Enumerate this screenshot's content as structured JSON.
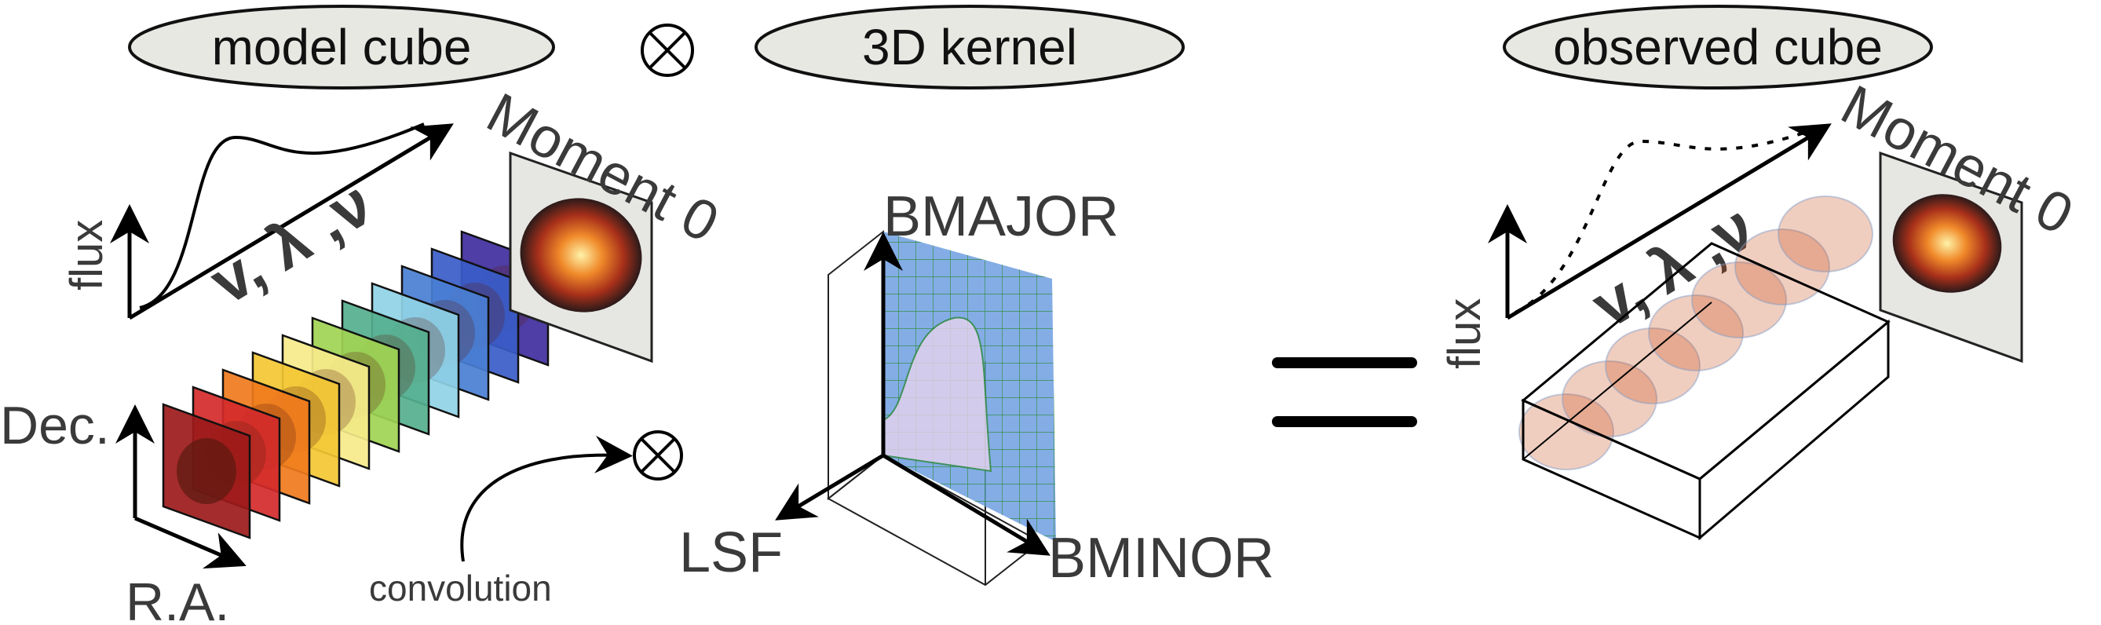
{
  "labels": {
    "model_cube": "model cube",
    "kernel": "3D kernel",
    "observed_cube": "observed cube",
    "moment0_left": "Moment 0",
    "moment0_right": "Moment 0",
    "flux_left": "flux",
    "flux_right": "flux",
    "spectral_left": "v, λ ,ν",
    "spectral_right": "v, λ ,ν",
    "dec": "Dec.",
    "ra": "R.A.",
    "convolution": "convolution",
    "bmajor": "BMAJOR",
    "bminor": "BMINOR",
    "lsf": "LSF",
    "otimes": "⊗"
  },
  "colors": {
    "slices": [
      "#9c1a1a",
      "#d42a2a",
      "#f07a1c",
      "#f3c733",
      "#f6ea8a",
      "#9fd452",
      "#55b08e",
      "#8fd3e6",
      "#4a7fd4",
      "#3a5cc8",
      "#3f2e9e"
    ],
    "kernel_plane": "#6f9fe0",
    "kernel_grid": "#2e8b3a",
    "galaxy": "#c8501a"
  }
}
